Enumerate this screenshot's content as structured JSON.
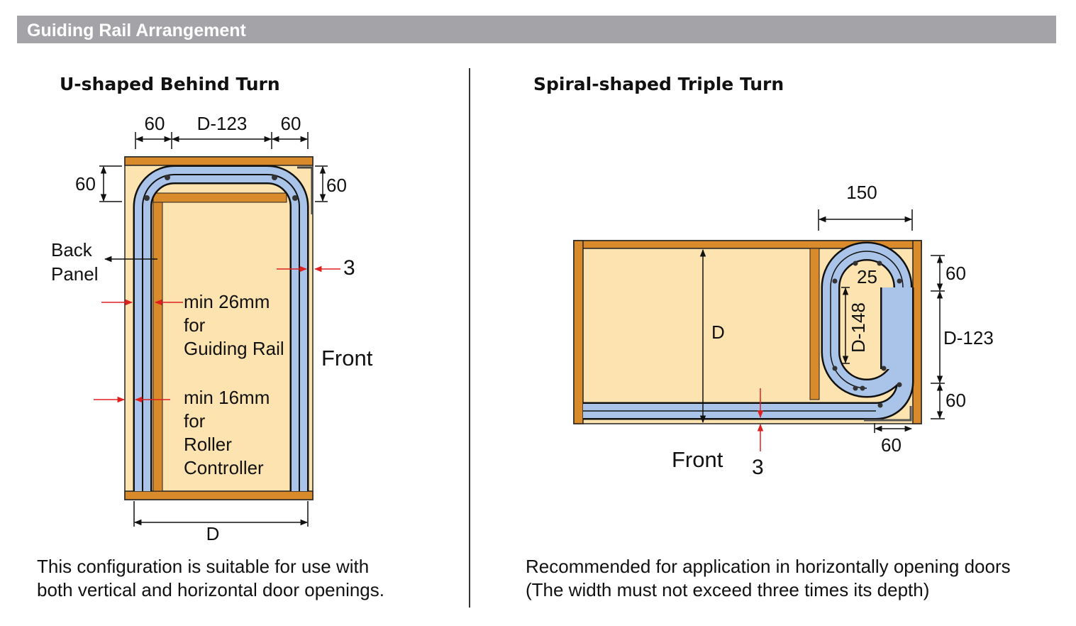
{
  "header": {
    "title": "Guiding Rail Arrangement"
  },
  "colors": {
    "header_bg": "#a3a3a8",
    "board": "#d98a2b",
    "interior": "#fde3b0",
    "rail": "#a9c4e8",
    "marker": "#e02020"
  },
  "left": {
    "title": "U-shaped Behind Turn",
    "dims": {
      "top_left": "60",
      "top_mid": "D-123",
      "top_right": "60",
      "side_left": "60",
      "side_right": "60",
      "bottom": "D",
      "gap": "3"
    },
    "labels": {
      "back": "Back",
      "panel": "Panel",
      "front": "Front",
      "rail_note": [
        "min 26mm",
        "for",
        "Guiding Rail"
      ],
      "roller_note": [
        "min 16mm",
        "for",
        "Roller",
        "Controller"
      ]
    },
    "caption": [
      "This configuration is suitable for use with",
      "both vertical and horizontal door openings."
    ]
  },
  "right": {
    "title": "Spiral-shaped Triple Turn",
    "dims": {
      "top": "150",
      "side_top": "60",
      "side_mid": "D-123",
      "side_bottom": "60",
      "depth": "D",
      "inner_gap": "25",
      "inner_len": "D-148",
      "bottom": "60",
      "gap": "3"
    },
    "labels": {
      "front": "Front"
    },
    "caption": [
      "Recommended for application in horizontally opening doors",
      "(The width must not exceed three times its depth)"
    ]
  }
}
